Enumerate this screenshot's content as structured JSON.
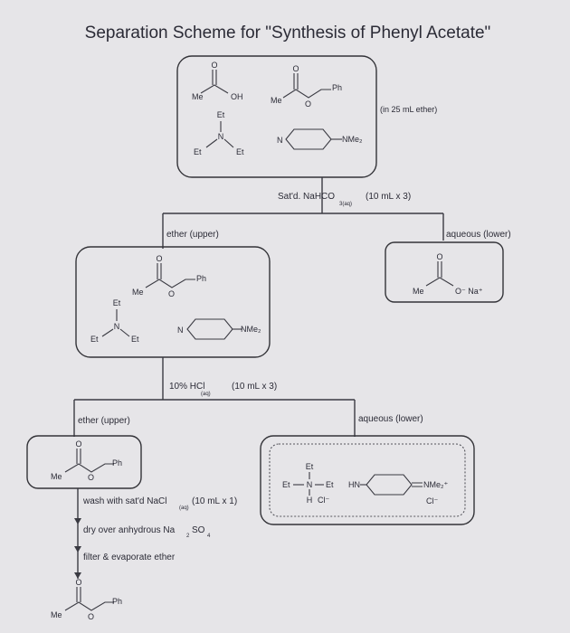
{
  "title": "Separation Scheme for \"Synthesis of Phenyl Acetate\"",
  "start": {
    "solvent_note": "(in 25 mL ether)",
    "acetic_acid": {
      "left": "Me",
      "right": "OH"
    },
    "phenyl_acetate": {
      "left": "Me",
      "o": "O",
      "right": "Ph"
    },
    "triethylamine": {
      "top": "Et",
      "n": "N",
      "left": "Et",
      "right": "Et"
    },
    "dmap": {
      "n": "N",
      "sub": "NMe₂"
    }
  },
  "step1": {
    "reagent": "Sat'd. NaHCO",
    "reagent_sub": "3(aq)",
    "amount": "(10 mL x 3)",
    "upper_label": "ether (upper)",
    "lower_label": "aqueous (lower)"
  },
  "box2": {
    "phenyl_acetate": {
      "left": "Me",
      "o": "O",
      "right": "Ph"
    },
    "triethylamine": {
      "top": "Et",
      "n": "N",
      "left": "Et",
      "right": "Et"
    },
    "dmap": {
      "n": "N",
      "sub": "NMe₂"
    }
  },
  "aq1": {
    "left": "Me",
    "right": "O⁻ Na⁺"
  },
  "step2": {
    "reagent": "10% HCl",
    "reagent_sub": "(aq)",
    "amount": "(10 mL x 3)",
    "upper_label": "ether (upper)",
    "lower_label": "aqueous (lower)"
  },
  "box3": {
    "left": "Me",
    "o": "O",
    "right": "Ph"
  },
  "aq2": {
    "et_top": "Et",
    "et_left": "Et",
    "n": "N",
    "et_right": "Et",
    "h": "H",
    "cl": "Cl⁻",
    "hn": "HN",
    "nme": "NMe₂⁺",
    "cl2": "Cl⁻"
  },
  "steps": [
    {
      "text": "wash with sat'd NaCl",
      "sub": "(aq)",
      "tail": "(10 mL x 1)"
    },
    {
      "text": "dry over anhydrous Na",
      "sub": "2",
      "mid": "SO",
      "sub2": "4",
      "tail": ""
    },
    {
      "text": "filter & evaporate ether",
      "sub": "",
      "tail": ""
    }
  ],
  "final": {
    "left": "Me",
    "o": "O",
    "right": "Ph"
  }
}
